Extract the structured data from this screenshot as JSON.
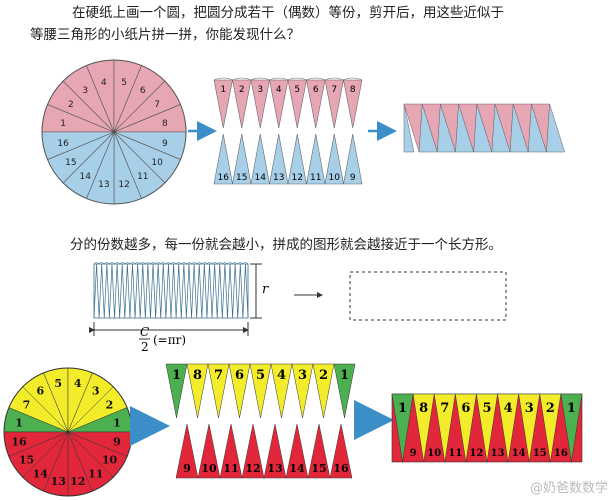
{
  "intro_line1": "在硬纸上画一个圆，把圆分成若干（偶数）等份，剪开后，用这些近似于",
  "intro_line2": "等腰三角形的小纸片拼一拼，你能发现什么？",
  "conclusion": "分的份数越多，每一份就会越小，拼成的图形就会越接近于一个长方形。",
  "labels": {
    "r": "r",
    "c": "C",
    "two": "2",
    "eq": "(=πr)"
  },
  "watermark": "@奶爸数数学",
  "colors": {
    "pink": "#e7a6b4",
    "blue": "#a8cfe8",
    "yellow": "#f3ec2a",
    "red": "#e3273a",
    "green": "#4caf50",
    "arrow": "#3b8ec8"
  },
  "circle_top_numbers": [
    "1",
    "2",
    "3",
    "4",
    "5",
    "6",
    "7",
    "8"
  ],
  "circle_bottom_numbers": [
    "9",
    "10",
    "11",
    "12",
    "13",
    "14",
    "15",
    "16"
  ],
  "strip_top_numbers": [
    "1",
    "2",
    "3",
    "4",
    "5",
    "6",
    "7",
    "8"
  ],
  "strip_bottom_numbers": [
    "16",
    "15",
    "14",
    "13",
    "12",
    "11",
    "10",
    "9"
  ],
  "wheel_top_numbers": [
    "1",
    "8",
    "7",
    "6",
    "5",
    "4",
    "3",
    "2",
    "1"
  ],
  "wheel_bottom_numbers": [
    "9",
    "10",
    "11",
    "12",
    "13",
    "14",
    "15",
    "16"
  ],
  "bottom_top_numbers": [
    "1",
    "8",
    "7",
    "6",
    "5",
    "4",
    "3",
    "2",
    "1"
  ],
  "bottom_bottom_numbers": [
    "9",
    "10",
    "11",
    "12",
    "13",
    "14",
    "15",
    "16"
  ],
  "final_top_numbers": [
    "1",
    "8",
    "7",
    "6",
    "5",
    "4",
    "3",
    "2",
    "1"
  ],
  "final_bottom_numbers": [
    "9",
    "10",
    "11",
    "12",
    "13",
    "14",
    "15",
    "16"
  ]
}
